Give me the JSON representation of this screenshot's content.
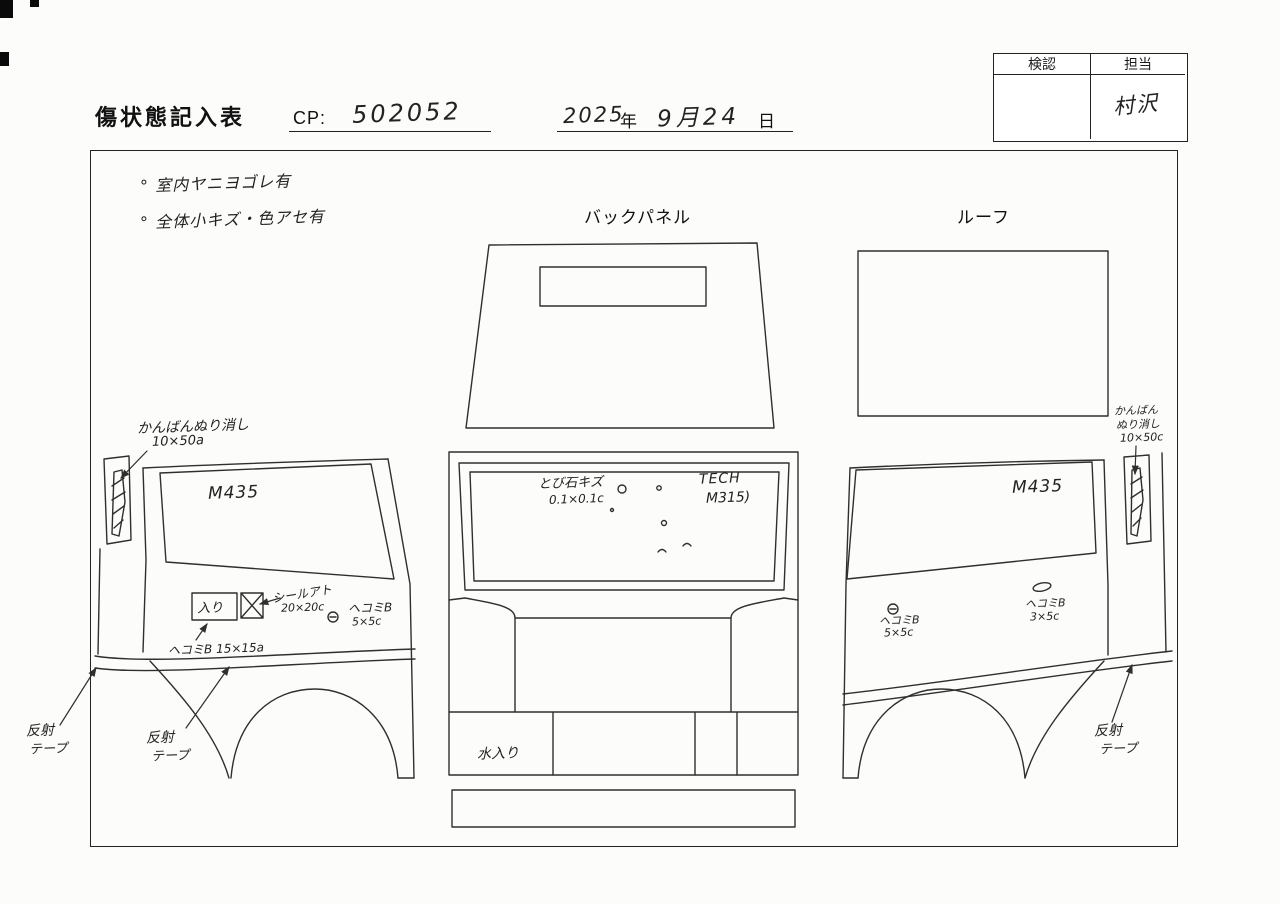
{
  "header": {
    "title": "傷状態記入表",
    "cp_label": "CP:",
    "cp_value": "502052",
    "year": "2025",
    "year_unit": "年",
    "month_day": "9月24",
    "day_unit": "日",
    "table": {
      "check_header": "検認",
      "charge_header": "担当",
      "signature": "村沢"
    }
  },
  "notes": {
    "line1": "° 室内ヤニヨゴレ有",
    "line2": "° 全体小キズ・色アセ有"
  },
  "labels": {
    "back_panel": "バックパネル",
    "roof": "ルーフ"
  },
  "left_door": {
    "kanban_line1": "かんばんぬり消し",
    "kanban_line2": "10×50a",
    "model": "M435",
    "box_text": "入り",
    "seal_line1": "シールアト",
    "seal_line2": "20×20c",
    "dent_small_line1": "ヘコミB",
    "dent_small_line2": "5×5c",
    "dent_large": "ヘコミB 15×15a",
    "tape1_line1": "反射",
    "tape1_line2": "テープ",
    "tape2_line1": "反射",
    "tape2_line2": "テープ"
  },
  "back_panel": {
    "stone_line1": "とび石キズ",
    "stone_line2": "0.1×0.1c",
    "tech_line1": "TECH",
    "tech_line2": "M315)",
    "water": "水入り"
  },
  "right_door": {
    "model": "M435",
    "dent1_line1": "ヘコミB",
    "dent1_line2": "5×5c",
    "dent2_line1": "ヘコミB",
    "dent2_line2": "3×5c",
    "kanban_line1": "かんばん",
    "kanban_line2": "ぬり消し",
    "kanban_line3": "10×50c",
    "tape_line1": "反射",
    "tape_line2": "テープ"
  }
}
